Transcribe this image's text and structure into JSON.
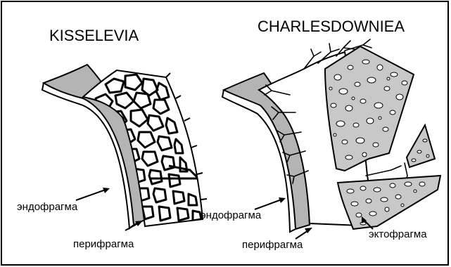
{
  "panels": {
    "left": {
      "title": "KISSELEVIA",
      "label_endo": "эндофрагма",
      "label_peri": "перифрагма"
    },
    "right": {
      "title": "CHARLESDOWNIEA",
      "label_endo": "эндофрагма",
      "label_peri": "перифрагма",
      "label_ecto": "эктофрагма"
    }
  },
  "colors": {
    "endophragm_fill": "#b4b4b4",
    "ectophragm_fill": "#c8c8c8",
    "line": "#000000",
    "background": "#ffffff"
  }
}
